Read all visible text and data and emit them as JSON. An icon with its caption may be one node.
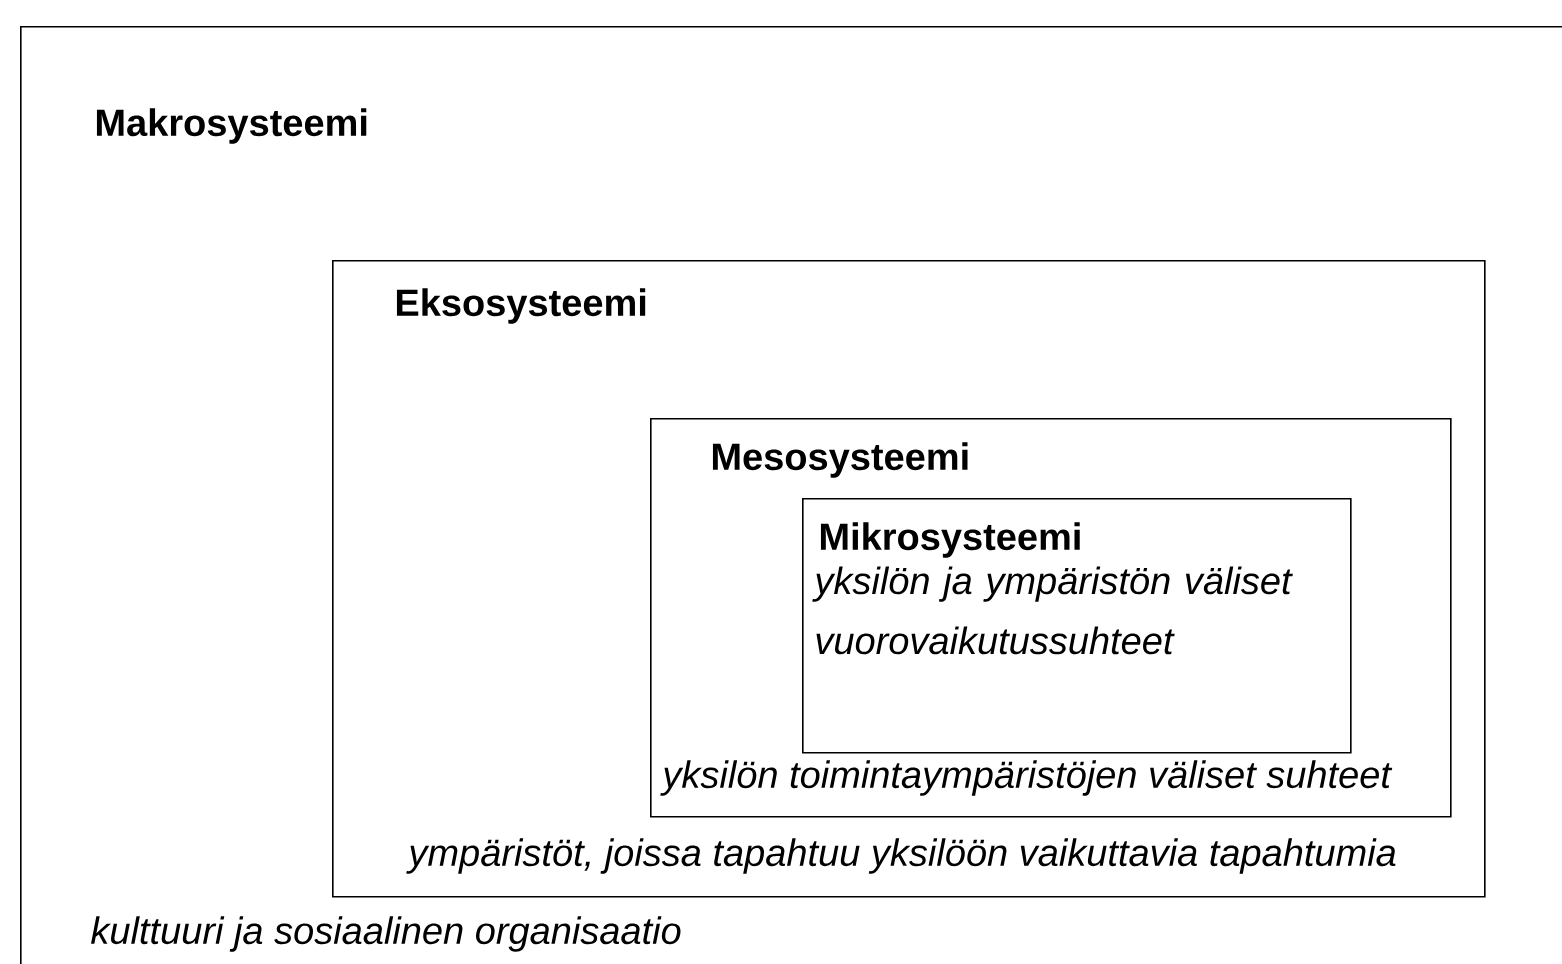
{
  "diagram": {
    "nodes": [
      {
        "text": [
          "Makrosysteemi",
          "kulttuuri ja sosiaalinen organisaatio"
        ]
      },
      {
        "text": [
          "Eksosysteemi",
          "ympäristöt, joissa tapahtuu yksilöön vaikuttavia tapahtumia"
        ],
        "in": 0
      },
      {
        "text": [
          "Mesosysteemi",
          "yksilön toimintaympäristöjen väliset suhteet"
        ],
        "in": 1
      },
      {
        "text": [
          "Mikrosysteemi",
          "yksilön ja ympäristön väliset vuorovaikutussuhteet"
        ],
        "in": 2
      }
    ]
  }
}
